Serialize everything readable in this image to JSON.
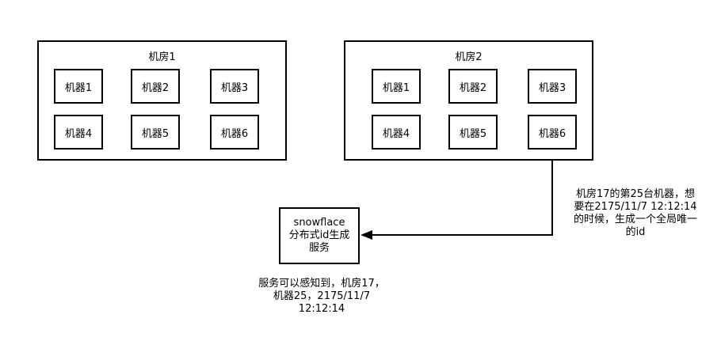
{
  "room1": {
    "title": "机房1",
    "machines": [
      "机器1",
      "机器2",
      "机器3",
      "机器4",
      "机器5",
      "机器6"
    ]
  },
  "room2": {
    "title": "机房2",
    "machines": [
      "机器1",
      "机器2",
      "机器3",
      "机器4",
      "机器5",
      "机器6"
    ]
  },
  "service": {
    "lines": [
      "snowflace",
      "分布式id生成",
      "服务"
    ]
  },
  "request_note": {
    "lines": [
      "机房17的第25台机器，想",
      "要在2175/11/7 12:12:14",
      "的时候，生成一个全局唯一",
      "的id"
    ]
  },
  "service_note": {
    "lines": [
      "服务可以感知到，机房17，",
      "机器25，2175/11/7",
      "12:12:14"
    ]
  }
}
